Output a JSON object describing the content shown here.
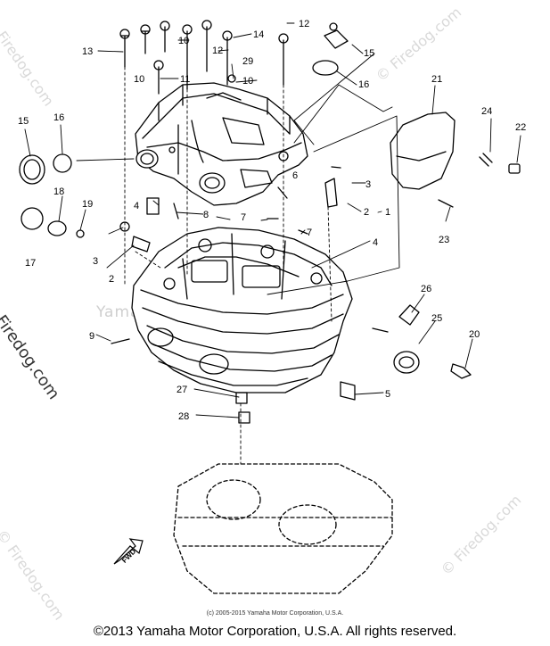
{
  "watermarks": {
    "top_left": "© Firedog.com",
    "top_right": "© Firedog.com",
    "left": "© Firedog.com",
    "bottom_left": "© Firedog.com",
    "bottom_right": "© Firedog.com",
    "center": "Yamaha Motor Corp. U.S.A."
  },
  "small_copyright": "(c) 2005-2015 Yamaha Motor Corporation, U.S.A.",
  "copyright": "©2013 Yamaha Motor Corporation, U.S.A. All rights reserved.",
  "front_arrow_label": "FWD",
  "callouts": {
    "n13": "13",
    "n10a": "10",
    "n10b": "10",
    "n10c": "10",
    "n12a": "12",
    "n12b": "12",
    "n14": "14",
    "n29": "29",
    "n11": "11",
    "n15a": "15",
    "n16a": "16",
    "n15b": "15",
    "n16b": "16",
    "n21": "21",
    "n24": "24",
    "n22": "22",
    "n18": "18",
    "n19": "19",
    "n17": "17",
    "n4a": "4",
    "n8": "8",
    "n6": "6",
    "n3a": "3",
    "n2a": "2",
    "n1": "1",
    "n7a": "7",
    "n7b": "7",
    "n3b": "3",
    "n2b": "2",
    "n4b": "4",
    "n23": "23",
    "n26": "26",
    "n25": "25",
    "n20": "20",
    "n9": "9",
    "n27": "27",
    "n28": "28",
    "n5": "5"
  }
}
